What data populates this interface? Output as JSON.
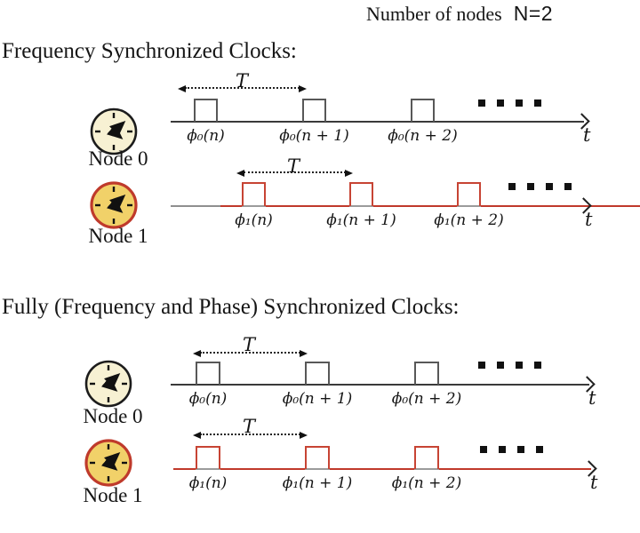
{
  "title": {
    "text": "Number of nodes",
    "value": "N=2"
  },
  "colors": {
    "ink": "#151515",
    "node0_line": "#3a3a3a",
    "node0_pulse": "#585858",
    "node1_line": "#c0392b",
    "node1_pulse": "#c74434",
    "clock0_fill": "#f7f1d3",
    "clock0_border": "#1c1c1c",
    "clock1_fill": "#f1d169",
    "clock1_border": "#bf3a2b",
    "dots": "#111111"
  },
  "sections": [
    {
      "heading": "Frequency Synchronized Clocks:",
      "rows": [
        {
          "node_label": "Node 0",
          "period_label": "T",
          "axis_label": "t",
          "pulse_labels": [
            "ϕ₀(n)",
            "ϕ₀(n + 1)",
            "ϕ₀(n + 2)"
          ]
        },
        {
          "node_label": "Node 1",
          "period_label": "T",
          "axis_label": "t",
          "pulse_labels": [
            "ϕ₁(n)",
            "ϕ₁(n + 1)",
            "ϕ₁(n + 2)"
          ]
        }
      ]
    },
    {
      "heading": "Fully (Frequency and Phase) Synchronized Clocks:",
      "rows": [
        {
          "node_label": "Node 0",
          "period_label": "T",
          "axis_label": "t",
          "pulse_labels": [
            "ϕ₀(n)",
            "ϕ₀(n + 1)",
            "ϕ₀(n + 2)"
          ]
        },
        {
          "node_label": "Node 1",
          "period_label": "T",
          "axis_label": "t",
          "pulse_labels": [
            "ϕ₁(n)",
            "ϕ₁(n + 1)",
            "ϕ₁(n + 2)"
          ]
        }
      ]
    }
  ]
}
